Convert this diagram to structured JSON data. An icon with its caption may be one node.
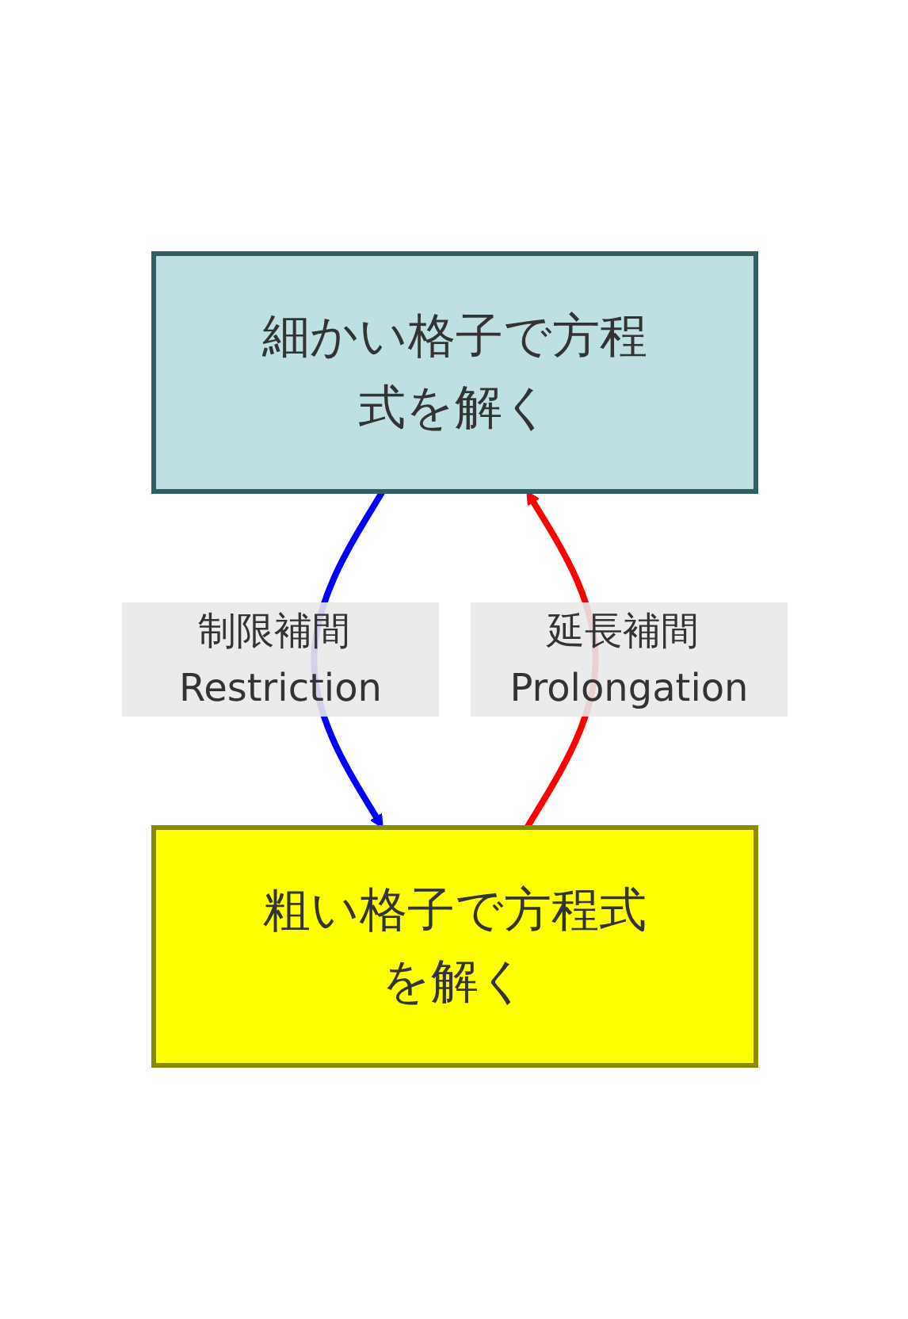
{
  "diagram": {
    "nodes": [
      {
        "text": [
          "細かい格子で方程式を解く"
        ]
      },
      {
        "text": [
          "粗い格子で方程式を解く"
        ]
      }
    ],
    "edges": [
      {
        "from": 0,
        "to": 1,
        "arrow": "to",
        "label": "制限補間 Restriction",
        "color": "#0000ff"
      },
      {
        "from": 1,
        "to": 0,
        "arrow": "to",
        "label": "延長補間 Prolongation",
        "color": "#ff0000"
      }
    ]
  }
}
